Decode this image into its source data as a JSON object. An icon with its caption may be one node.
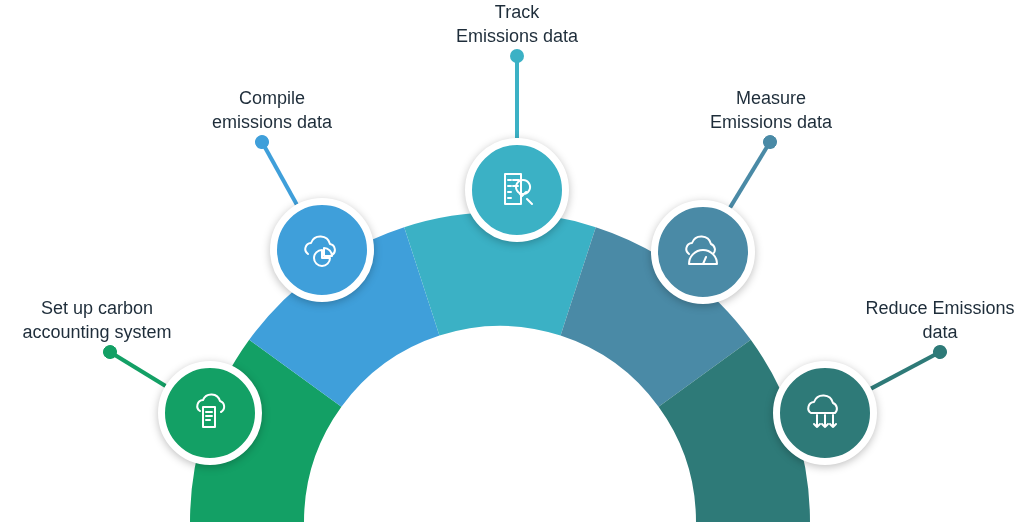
{
  "diagram": {
    "nodes": [
      {
        "text": [
          "Set up carbon accounting system"
        ]
      },
      {
        "text": [
          "Compile emissions data"
        ]
      },
      {
        "text": [
          "Track Emissions data"
        ]
      },
      {
        "text": [
          "Measure Emissions data"
        ]
      },
      {
        "text": [
          "Reduce Emissions data"
        ]
      },
      {
        "text": [],
        "shape": "circle"
      },
      {
        "text": [],
        "shape": "circle"
      },
      {
        "text": [],
        "shape": "circle"
      },
      {
        "text": [],
        "shape": "circle"
      },
      {
        "text": [],
        "shape": "circle"
      }
    ],
    "edges": [
      {
        "from": 0,
        "to": 5,
        "arrow": "other",
        "color": "#13a065"
      },
      {
        "from": 1,
        "to": 6,
        "arrow": "other",
        "color": "#3f9fda"
      },
      {
        "from": 2,
        "to": 7,
        "arrow": "other",
        "color": "#3bb1c5"
      },
      {
        "from": 3,
        "to": 8,
        "arrow": "other",
        "color": "#4a8aa6"
      },
      {
        "from": 4,
        "to": 9,
        "arrow": "other",
        "color": "#2e7a78"
      }
    ]
  }
}
